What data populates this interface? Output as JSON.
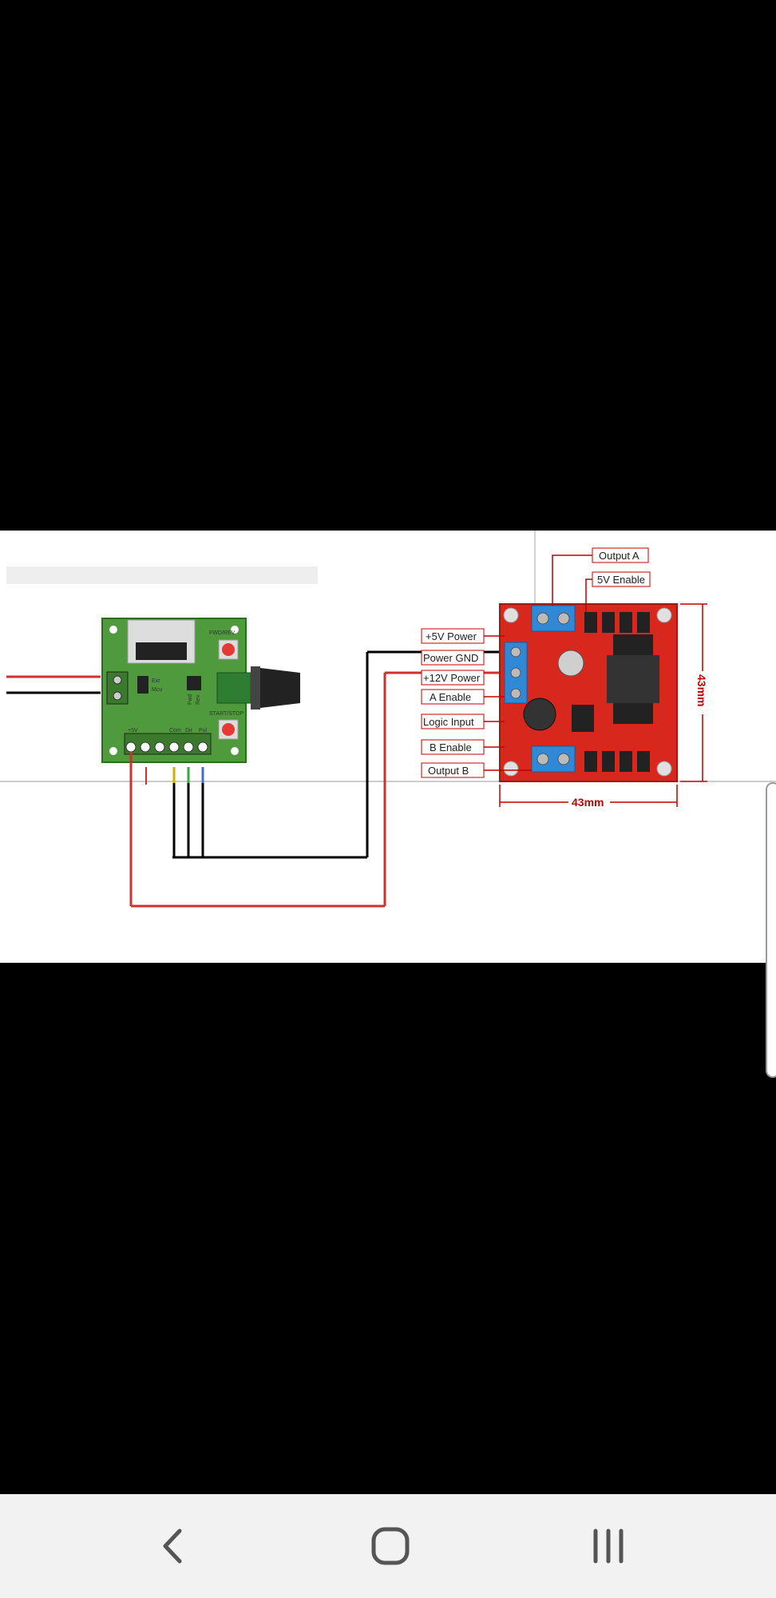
{
  "diagram": {
    "pwm_board": {
      "labels": {
        "fwd_rev": "FWD/REV",
        "start_stop": "START/STOP",
        "ext": "Ext",
        "mcu": "Mcu",
        "pin_5v": "+5V",
        "pin_com": "Com",
        "pin_dir": "Dir",
        "pin_pul": "Pul",
        "mode_a": "Fwd",
        "mode_b": "Rev"
      }
    },
    "l298n": {
      "labels": {
        "output_a": "Output A",
        "enable_5v": "5V Enable",
        "power_5v": "+5V Power",
        "power_gnd": "Power GND",
        "power_12v": "+12V Power",
        "a_enable": "A Enable",
        "logic_input": "Logic Input",
        "b_enable": "B Enable",
        "output_b": "Output B",
        "width": "43mm",
        "height": "43mm"
      }
    }
  },
  "nav": {
    "back": "back-icon",
    "home": "home-icon",
    "recents": "recents-icon"
  },
  "colors": {
    "board_green": "#4f9a3c",
    "board_red": "#d8281e",
    "wire_red": "#d32f2f",
    "wire_black": "#000000",
    "nav_bg": "#f2f2f2"
  }
}
